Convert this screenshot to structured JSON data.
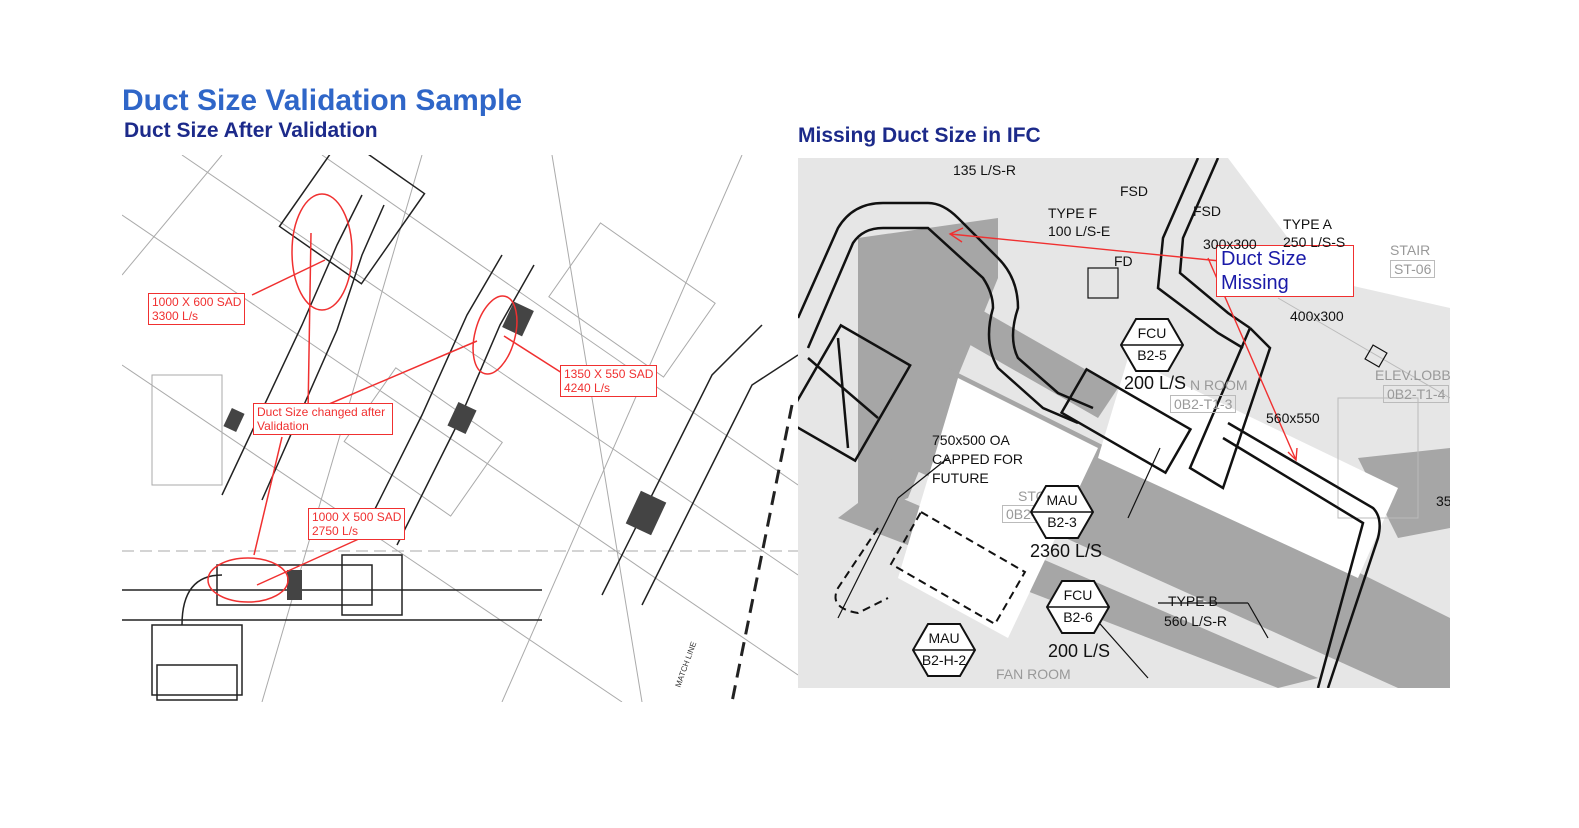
{
  "title": "Duct Size Validation Sample",
  "left_panel": {
    "heading": "Duct Size After Validation",
    "callouts": [
      {
        "line1": "1000 X 600 SAD",
        "line2": "3300 L/s"
      },
      {
        "line1": "1350 X 550 SAD",
        "line2": "4240 L/s"
      },
      {
        "line1": "Duct Size changed after",
        "line2": "Validation"
      },
      {
        "line1": "1000 X 500 SAD",
        "line2": "2750 L/s"
      }
    ],
    "match_line": "MATCH LINE"
  },
  "right_panel": {
    "heading": "Missing Duct Size in IFC",
    "callout": {
      "line1": "Duct Size",
      "line2": "Missing"
    },
    "labels": {
      "r135": "135 L/S-R",
      "fsd1": "FSD",
      "fsd2": "FSD",
      "typef1": "TYPE F",
      "typef2": "100 L/S-E",
      "fd": "FD",
      "typea1": "TYPE A",
      "typea2": "250 L/S-S",
      "s300": "300x300",
      "stair": "STAIR",
      "st06": "ST-06",
      "s400": "400x300",
      "flow1": "200  L/S",
      "fanroom1": "N ROOM",
      "room1": "0B2-T1-3",
      "s560": "560x550",
      "elev": "ELEV.LOBBY",
      "room2": "0B2-T1-4",
      "oa1": "750x500 OA",
      "oa2": "CAPPED FOR",
      "oa3": "FUTURE",
      "stor": "STOR",
      "room3": "0B2-",
      "flow2": "2360  L/S",
      "typeb1": "TYPE B",
      "typeb2": "560 L/S-R",
      "flow3": "200  L/S",
      "fanroom2": "FAN ROOM",
      "edge35": "35"
    },
    "tags": [
      {
        "top": "FCU",
        "bottom": "B2-5"
      },
      {
        "top": "MAU",
        "bottom": "B2-3"
      },
      {
        "top": "FCU",
        "bottom": "B2-6"
      },
      {
        "top": "MAU",
        "bottom": "B2-H-2"
      }
    ]
  },
  "colors": {
    "title": "#2f66c8",
    "heading": "#1c2a8a",
    "annotation": "#f03030"
  }
}
